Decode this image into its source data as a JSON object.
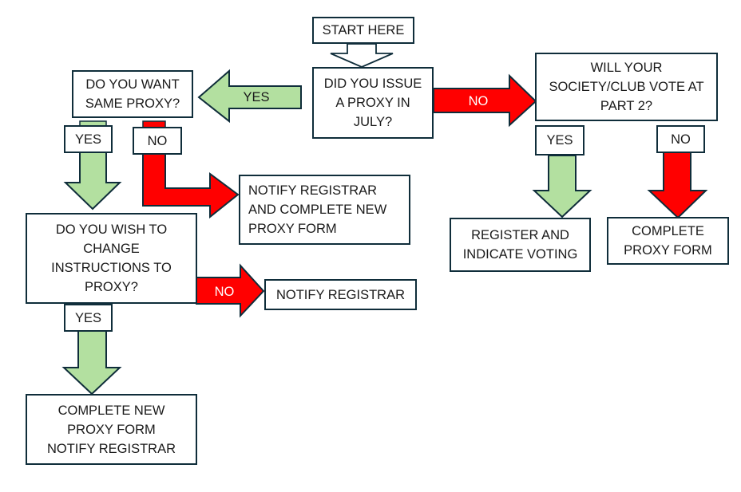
{
  "colors": {
    "yes_fill": "#b3e0a0",
    "no_fill": "#ff0000",
    "outline": "#0f2d3a",
    "start_arrow_fill": "#ffffff"
  },
  "nodes": {
    "start": "START HERE",
    "q_issue_proxy": "DID YOU ISSUE\nA PROXY IN\nJULY?",
    "q_same_proxy": "DO YOU WANT\nSAME PROXY?",
    "q_society_vote": "WILL YOUR\nSOCIETY/CLUB VOTE AT\nPART 2?",
    "q_change_instructions": "DO YOU WISH TO\nCHANGE\nINSTRUCTIONS TO\nPROXY?",
    "a_notify_complete_new": " NOTIFY REGISTRAR\nAND COMPLETE NEW\nPROXY FORM",
    "a_notify_registrar": "NOTIFY REGISTRAR",
    "a_complete_new_notify": "COMPLETE NEW\nPROXY FORM\nNOTIFY REGISTRAR",
    "a_register_indicate": "REGISTER AND\nINDICATE VOTING",
    "a_complete_proxy": "COMPLETE\nPROXY FORM"
  },
  "edges": {
    "issue_yes": "YES",
    "issue_no": "NO",
    "same_yes": "YES",
    "same_no": "NO",
    "society_yes": "YES",
    "society_no": "NO",
    "change_yes": "YES",
    "change_no": "NO"
  }
}
